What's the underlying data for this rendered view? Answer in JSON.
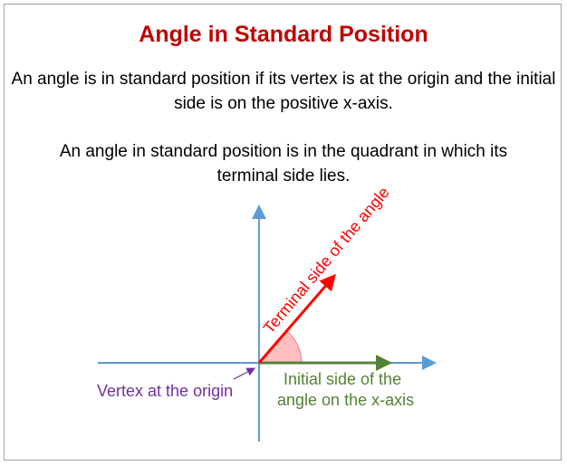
{
  "title": "Angle in Standard Position",
  "paragraphs": [
    "An angle is in standard position if its vertex is at the origin and the initial side is on the positive x-axis.",
    "An angle in standard position is in the quadrant in which its terminal side lies."
  ],
  "diagram": {
    "terminal_label": "Terminal side of the angle",
    "initial_label_line1": "Initial side of the",
    "initial_label_line2": "angle on the x-axis",
    "vertex_label": "Vertex at the origin",
    "colors": {
      "axes": "#5b9bd5",
      "terminal": "#ff0000",
      "initial": "#548235",
      "vertex": "#7030a0",
      "angle_fill": "#ffbfbf",
      "title": "#c00000"
    }
  }
}
